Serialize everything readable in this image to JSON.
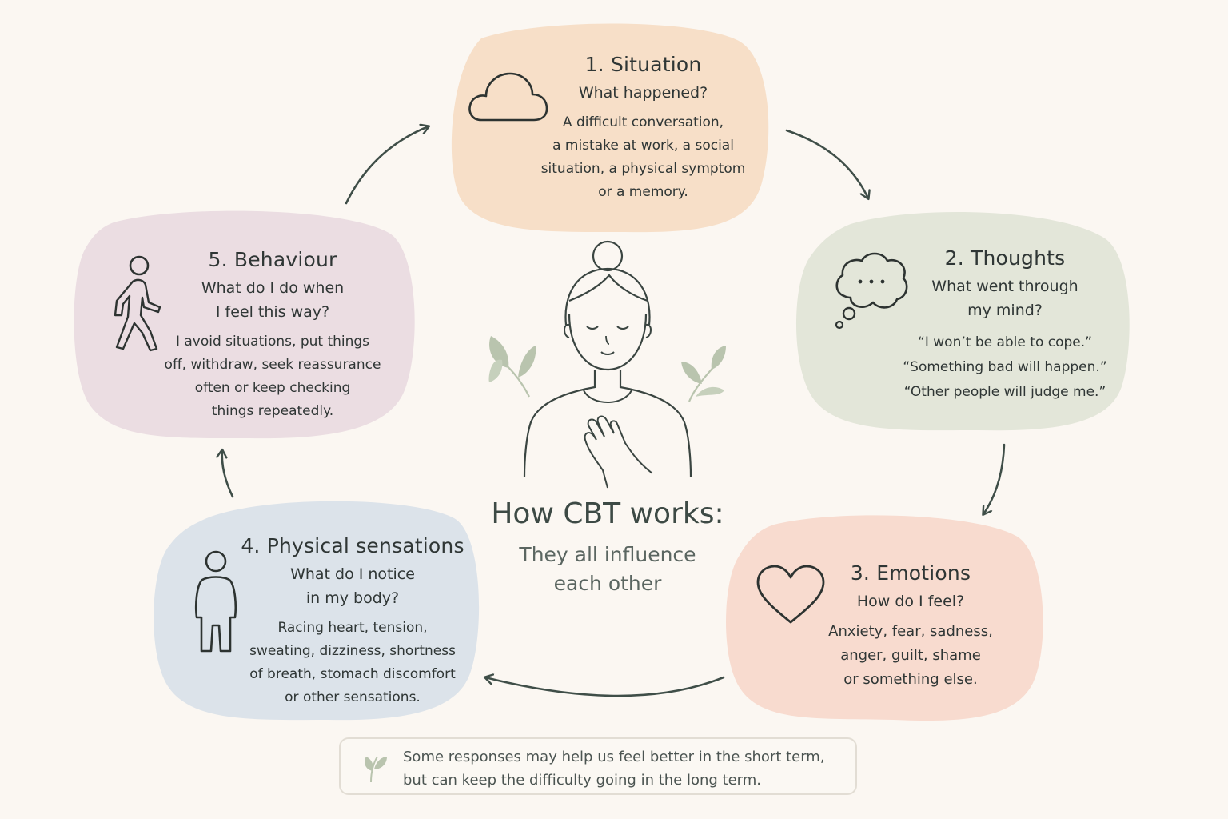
{
  "center": {
    "title": "How CBT works:",
    "subtitle_lines": [
      "They all influence",
      "each other"
    ]
  },
  "situation": {
    "title": "1. Situation",
    "question_lines": [
      "What happened?"
    ],
    "example_lines": [
      "A difficult conversation,",
      "a mistake at work, a social",
      "situation, a physical symptom",
      "or a memory."
    ],
    "color": "#f7dfc8",
    "icon": "cloud-icon"
  },
  "thoughts": {
    "title": "2. Thoughts",
    "question_lines": [
      "What went through",
      "my mind?"
    ],
    "example_lines": [
      "“I won’t be able to cope.”",
      "“Something bad will happen.”",
      "“Other people will judge me.”"
    ],
    "color": "#e3e6d9",
    "icon": "thought-bubble-icon"
  },
  "emotions": {
    "title": "3. Emotions",
    "question_lines": [
      "How do I feel?"
    ],
    "example_lines": [
      "Anxiety, fear, sadness,",
      "anger, guilt, shame",
      "or something else."
    ],
    "color": "#f8dbcf",
    "icon": "heart-icon"
  },
  "physical": {
    "title": "4. Physical sensations",
    "question_lines": [
      "What do I notice",
      "in my body?"
    ],
    "example_lines": [
      "Racing heart, tension,",
      "sweating, dizziness, shortness",
      "of breath, stomach discomfort",
      "or other sensations."
    ],
    "color": "#dce3ea",
    "icon": "person-outline-icon"
  },
  "behaviour": {
    "title": "5. Behaviour",
    "question_lines": [
      "What do I do when",
      "I feel this way?"
    ],
    "example_lines": [
      "I avoid situations, put things",
      "off, withdraw, seek reassurance",
      "often or keep checking",
      "things repeatedly."
    ],
    "color": "#ebdde2",
    "icon": "walking-person-icon"
  },
  "note": {
    "lines": [
      "Some responses may help us feel better in the short term,",
      "but can keep the difficulty going in the long term."
    ],
    "icon": "leaf-icon"
  },
  "colors": {
    "ink": "#3a4a44",
    "background": "#fbf7f2",
    "leaf": "#b9c4ae"
  }
}
